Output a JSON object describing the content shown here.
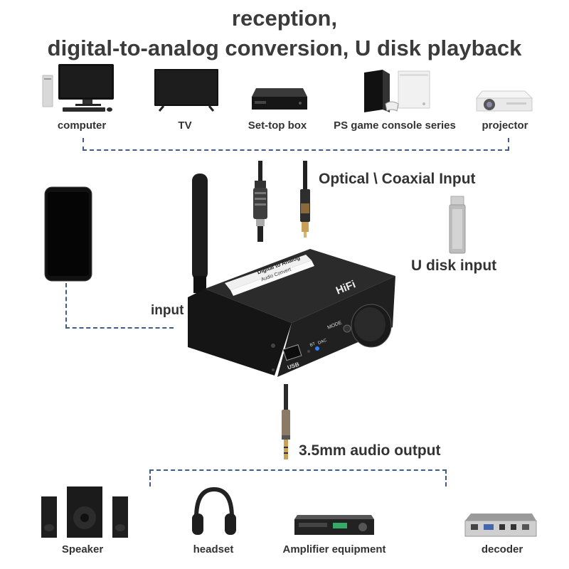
{
  "title": {
    "line1": "reception,",
    "line2": "digital-to-analog conversion, U disk playback"
  },
  "sources": [
    {
      "label": "computer",
      "icon": "computer-icon"
    },
    {
      "label": "TV",
      "icon": "tv-icon"
    },
    {
      "label": "Set-top box",
      "icon": "set-top-box-icon"
    },
    {
      "label": "PS game console series",
      "icon": "game-console-icon"
    },
    {
      "label": "projector",
      "icon": "projector-icon"
    }
  ],
  "inputs": {
    "optical_coaxial": "Optical \\ Coaxial Input",
    "u_disk": "U disk input",
    "phone": "input"
  },
  "device": {
    "brand": "HiFi",
    "label_line1": "Digital to Analog",
    "label_line2": "Audio Convert",
    "usb_label": "USB",
    "mode_label": "MODE",
    "bt_label": "BT",
    "dac_label": "DAC"
  },
  "output": {
    "label": "3.5mm audio output"
  },
  "outputs": [
    {
      "label": "Speaker",
      "icon": "speaker-icon"
    },
    {
      "label": "headset",
      "icon": "headset-icon"
    },
    {
      "label": "Amplifier equipment",
      "icon": "amplifier-icon"
    },
    {
      "label": "decoder",
      "icon": "decoder-icon"
    }
  ],
  "colors": {
    "dashed_line": "#3f5e86",
    "device_body": "#1c1c1c",
    "bt_led": "#2f7fff"
  }
}
